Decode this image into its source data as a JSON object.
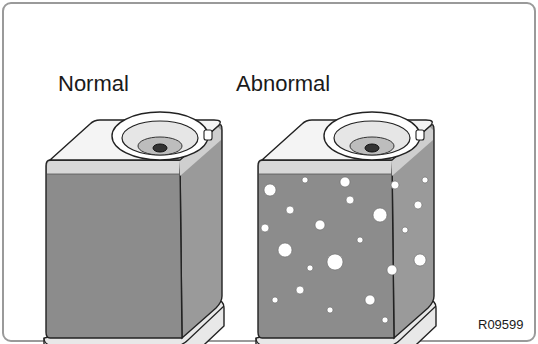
{
  "diagram": {
    "labels": [
      "Normal",
      "Abnormal",
      "R09599"
    ]
  }
}
